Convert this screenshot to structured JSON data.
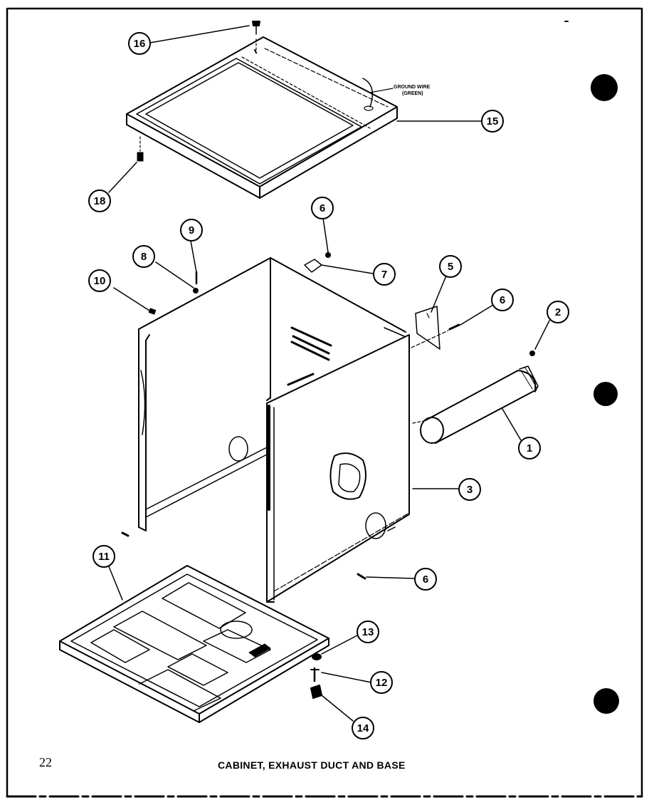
{
  "page_number": "22",
  "caption": "CABINET, EXHAUST DUCT AND BASE",
  "ground_wire": {
    "line1": "GROUND WIRE",
    "line2": "(GREEN)"
  },
  "callouts": {
    "c16": "16",
    "c15": "15",
    "c18": "18",
    "c9": "9",
    "c8": "8",
    "c10": "10",
    "c6a": "6",
    "c7": "7",
    "c5": "5",
    "c6b": "6",
    "c2": "2",
    "c1": "1",
    "c3": "3",
    "c6c": "6",
    "c11": "11",
    "c13": "13",
    "c12": "12",
    "c14": "14"
  }
}
